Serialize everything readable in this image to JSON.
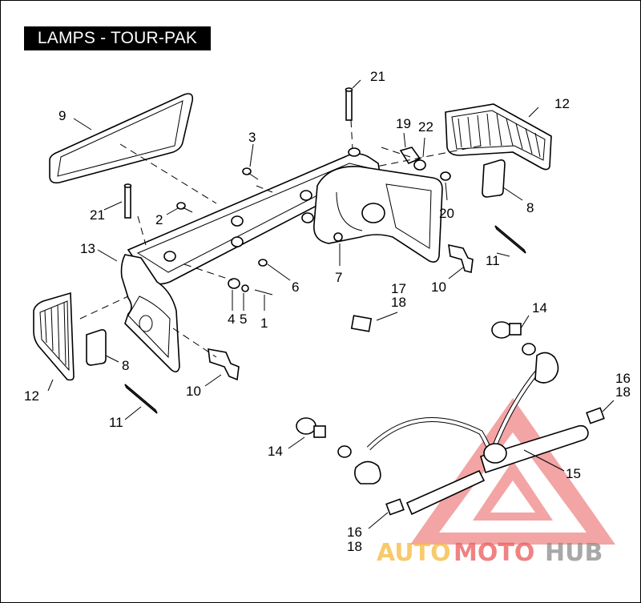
{
  "title": "LAMPS - TOUR-PAK",
  "callouts": {
    "c1": "1",
    "c2": "2",
    "c3": "3",
    "c4": "4",
    "c5": "5",
    "c6": "6",
    "c7": "7",
    "c8a": "8",
    "c8b": "8",
    "c9": "9",
    "c10a": "10",
    "c10b": "10",
    "c11a": "11",
    "c11b": "11",
    "c12a": "12",
    "c12b": "12",
    "c13": "13",
    "c14a": "14",
    "c14b": "14",
    "c15": "15",
    "c16a": "16",
    "c16b": "16",
    "c17": "17",
    "c18a": "18",
    "c18b": "18",
    "c18c": "18",
    "c19": "19",
    "c20": "20",
    "c21a": "21",
    "c21b": "21",
    "c22": "22"
  },
  "watermark": {
    "part1": "AUTO",
    "part2": "MOTO",
    "part3": "HUB",
    "color_orange": "#f5b93c",
    "color_red": "#ea5a5a",
    "color_gray": "#8c8c8c"
  }
}
